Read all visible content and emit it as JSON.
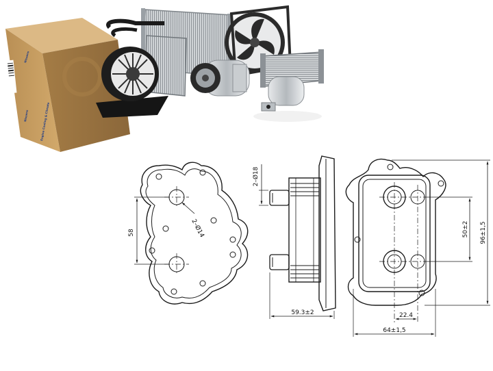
{
  "photo": {
    "box_brand": "Nissens",
    "box_tagline": "Engine Cooling & Climate"
  },
  "drawing": {
    "front": {
      "hole_spacing": "58",
      "hole_callout": "2–Ø14"
    },
    "side": {
      "port_callout": "2–Ø18",
      "depth": "59.3±2"
    },
    "rear": {
      "offset_horizontal": "22.4",
      "width": "64±1,5",
      "inner_height": "50±2",
      "height": "96±1,5"
    }
  },
  "colors": {
    "line": "#1a1a1a",
    "box": "#c79d5e",
    "box_dark": "#8d6a38",
    "metal": "#bfc3c6",
    "plastic": "#1c1c1c"
  }
}
